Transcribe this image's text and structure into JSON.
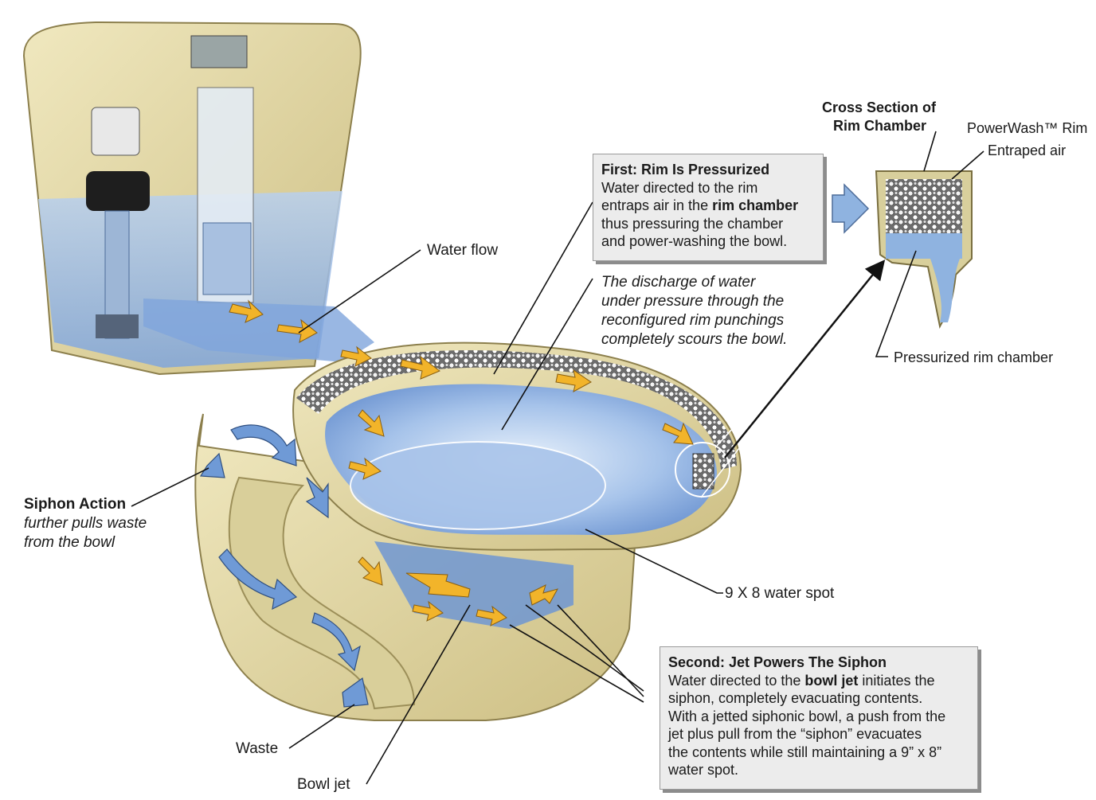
{
  "labels": {
    "water_flow": "Water flow",
    "discharge": {
      "line1": "The discharge of water",
      "line2": "under pressure through the",
      "line3": "reconfigured rim punchings",
      "line4": "completely scours the bowl."
    },
    "cross_section": {
      "line1": "Cross Section of",
      "line2": "Rim Chamber"
    },
    "powerwash_rim": "PowerWash™ Rim",
    "entraped_air": "Entraped air",
    "pressurized_rim_chamber": "Pressurized rim chamber",
    "siphon": {
      "title": "Siphon Action",
      "line1": "further pulls waste",
      "line2": "from the bowl"
    },
    "water_spot": "9 X 8 water spot",
    "waste": "Waste",
    "bowl_jet": "Bowl jet"
  },
  "callouts": {
    "first": {
      "title": "First:  Rim Is Pressurized",
      "line1": "Water directed to the rim",
      "line2_pre": "entraps air in the ",
      "line2_bold": "rim chamber",
      "line3": "thus pressuring the chamber",
      "line4": "and power-washing the bowl."
    },
    "second": {
      "title": "Second:  Jet Powers The Siphon",
      "line1_pre": "Water directed to the ",
      "line1_bold": "bowl jet",
      "line1_post": " initiates the",
      "line2": "siphon, completely evacuating contents.",
      "line3": "With a jetted siphonic bowl, a push from the",
      "line4": "jet plus pull from the “siphon” evacuates",
      "line5": "the contents while still maintaining a 9” x 8”",
      "line6": "water spot."
    }
  },
  "colors": {
    "porcelain": "#e4dcac",
    "porcelain_shadow": "#c9bd82",
    "water": "#8fb3e0",
    "water_deep": "#5f8ccc",
    "flow_arrow": "#f2b42a",
    "siphon_arrow": "#6f9ad6",
    "callout_bg": "#ececec"
  }
}
